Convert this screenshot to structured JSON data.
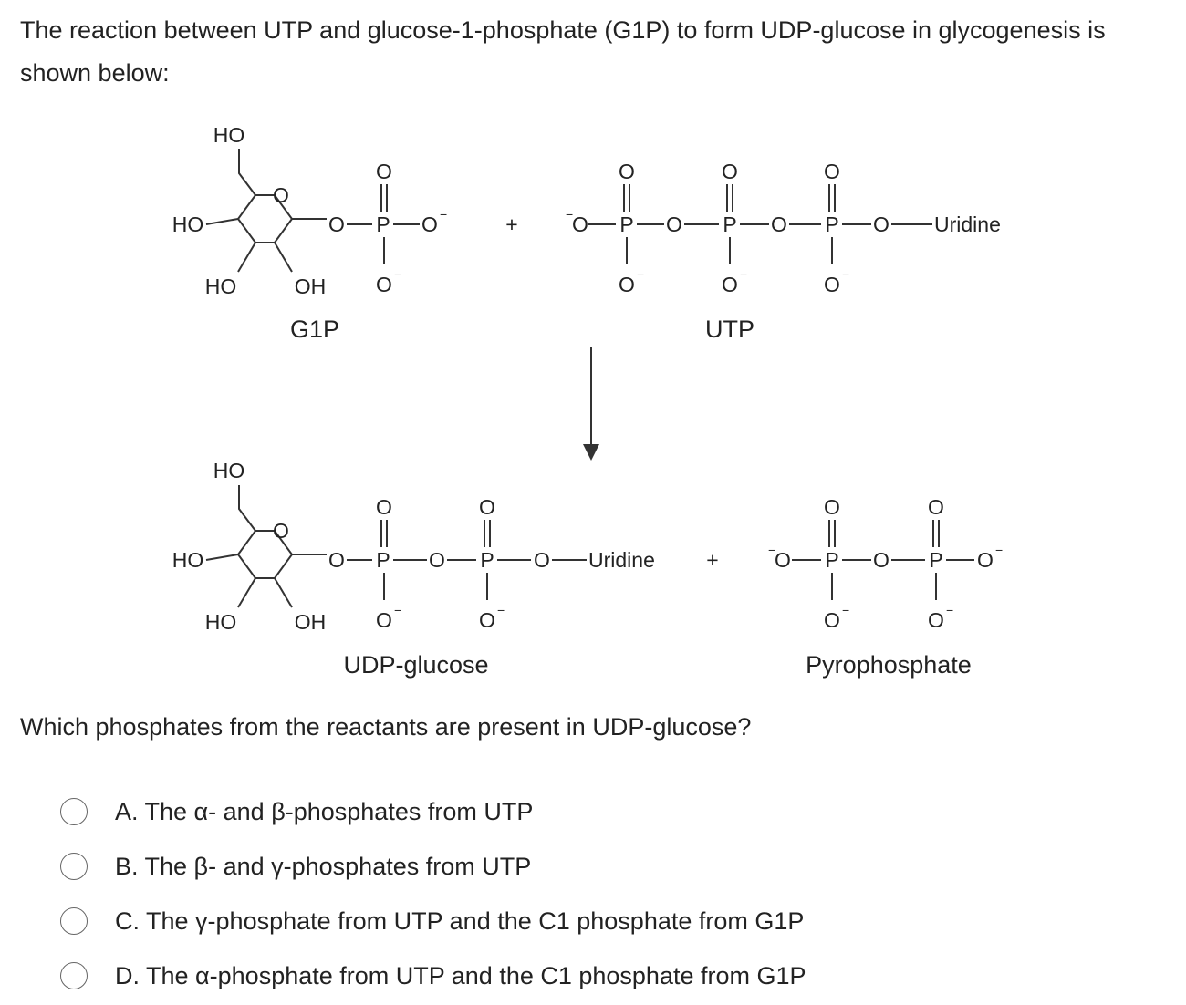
{
  "intro": "The reaction between UTP and glucose-1-phosphate (G1P) to form UDP-glucose in glycogenesis is shown below:",
  "scheme": {
    "atoms": {
      "ho": "HO",
      "oh": "OH",
      "o": "O",
      "p": "P",
      "minus": "−",
      "plus": "+",
      "uridine": "Uridine"
    },
    "labels": {
      "g1p": "G1P",
      "utp": "UTP",
      "udp_glucose": "UDP-glucose",
      "pyrophosphate": "Pyrophosphate"
    }
  },
  "question": "Which phosphates from the reactants are present in UDP-glucose?",
  "options": [
    "A. The α- and β-phosphates from UTP",
    "B. The β- and γ-phosphates from UTP",
    "C. The γ-phosphate from UTP and the C1 phosphate from G1P",
    "D. The α-phosphate from UTP and the C1 phosphate from G1P"
  ]
}
